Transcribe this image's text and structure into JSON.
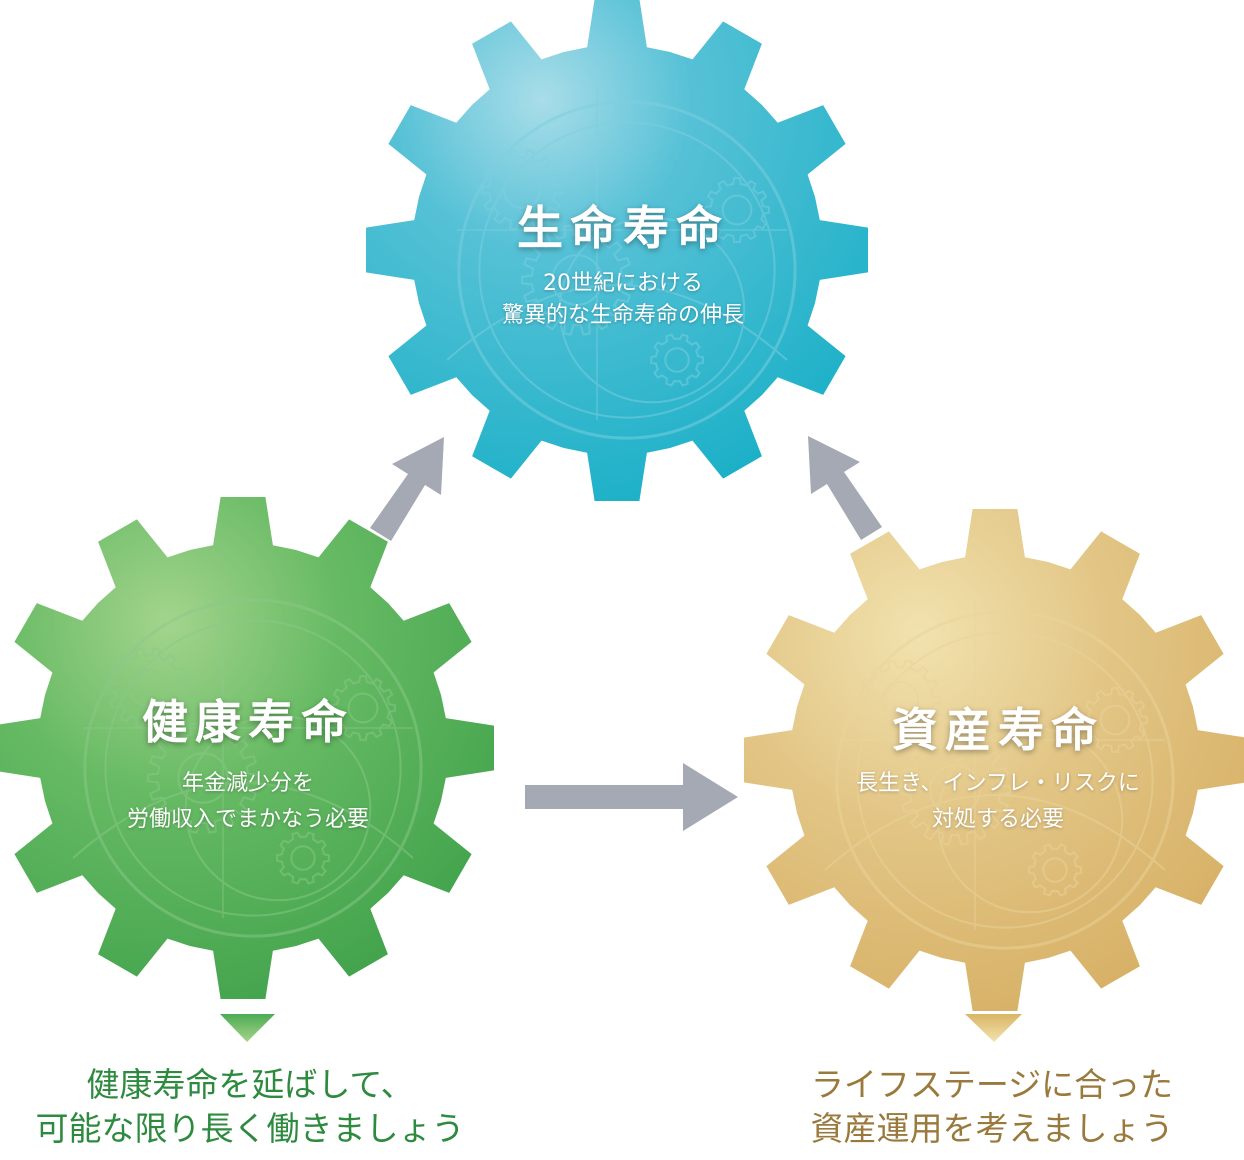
{
  "colors": {
    "blue": "#3cbdd2",
    "green": "#58b45f",
    "gold": "#dcbd75",
    "arrow": "#a4a9b4",
    "green_text": "#2d8a3e",
    "gold_text": "#9a7a3c"
  },
  "gears": {
    "life": {
      "title": "生命寿命",
      "sub1": "20世紀における",
      "sub2": "驚異的な生命寿命の伸長"
    },
    "health": {
      "title": "健康寿命",
      "sub1": "年金減少分を",
      "sub2": "労働収入でまかなう必要"
    },
    "asset": {
      "title": "資産寿命",
      "sub1": "長生き、インフレ・リスクに",
      "sub2": "対処する必要"
    }
  },
  "conclusions": {
    "health": {
      "line1": "健康寿命を延ばして、",
      "line2": "可能な限り長く働きましょう"
    },
    "asset": {
      "line1": "ライフステージに合った",
      "line2": "資産運用を考えましょう"
    }
  }
}
